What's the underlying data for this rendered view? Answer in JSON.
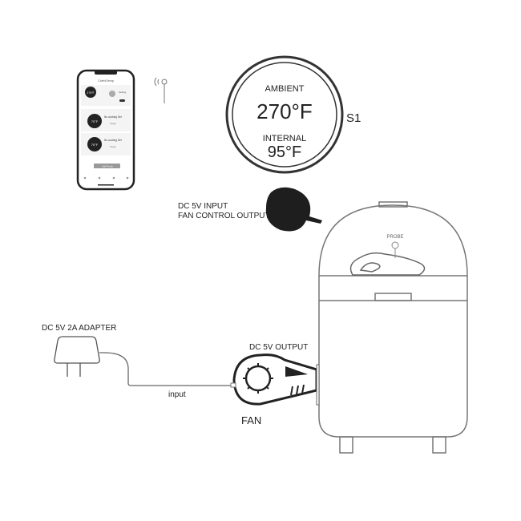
{
  "thermometer": {
    "ambient_label": "AMBIENT",
    "ambient_value": "270°F",
    "internal_label": "INTERNAL",
    "internal_value": "95°F",
    "sensor_label": "S1"
  },
  "controller": {
    "line1": "DC 5V INPUT",
    "line2": "FAN CONTROL OUTPUT"
  },
  "adapter": {
    "label": "DC 5V 2A ADAPTER",
    "cable_label": "input"
  },
  "fan": {
    "output_label": "DC 5V OUTPUT",
    "label": "FAN"
  },
  "grill": {
    "probe_label": "PROBE"
  },
  "phone": {
    "app_title": "ChefsTemp",
    "main_temp": "270°F",
    "setting_label": "Setting",
    "probes": [
      {
        "temp": "70°F",
        "status": "No cooking Set",
        "target": "Target"
      },
      {
        "temp": "70°F",
        "status": "No cooking Set",
        "target": "Target"
      }
    ],
    "add_button": "Add Probe"
  },
  "colors": {
    "line": "#333333",
    "grill": "#777777",
    "dark": "#1e1e1e"
  }
}
